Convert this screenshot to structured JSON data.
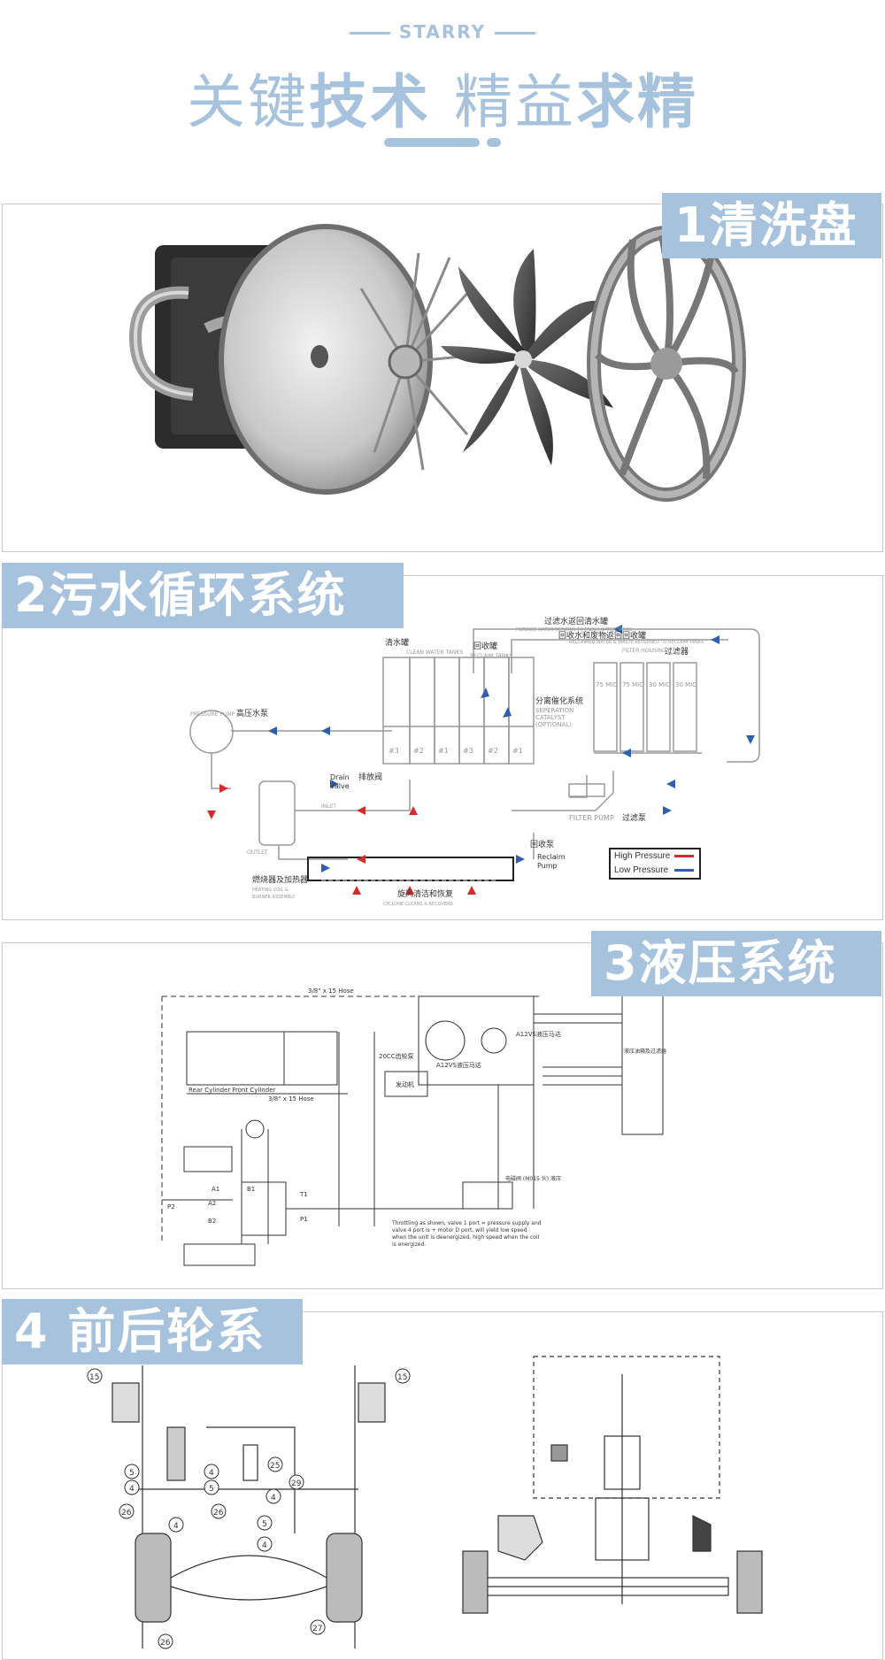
{
  "header": {
    "brand": "STARRY",
    "headline_light_1": "关键",
    "headline_bold_1": "技术",
    "headline_light_2": "精益",
    "headline_bold_2": "求精"
  },
  "sections": {
    "s1": {
      "label": "1清洗盘"
    },
    "s2": {
      "label": "2污水循环系统",
      "texts": {
        "clean_tank_cn": "清水罐",
        "clean_tank_en": "CLEAN WATER TANKS",
        "reclaim_tank_cn": "回收罐",
        "reclaim_tank_en": "RECLAIM TANKS",
        "filtered_return_cn": "过滤水返回清水罐",
        "filtered_return_en": "FILTERED WATER RETURNS TO FRESH WATER TANKS",
        "reclaim_return_cn": "回收水和废物返回回收罐",
        "reclaim_return_en": "RECLAIMED WATER & WASTE RETURNED TO RECLAIM TANKS",
        "filter_housing_en": "FILTER HOUSING",
        "filter_housing_cn": "过滤器",
        "separation_cn": "分离催化系统",
        "separation_en_1": "SEPERATION",
        "separation_en_2": "CATALYST",
        "separation_en_3": "(OPTIONAL)",
        "pressure_pump_en": "PRESSURE PUMP",
        "pressure_pump_cn": "高压水泵",
        "drain_valve_cn": "排放阀",
        "drain_valve_en_1": "Drain",
        "drain_valve_en_2": "Valve",
        "inlet": "INLET",
        "outlet": "OUTLET",
        "filter_pump_en": "FILTER PUMP",
        "filter_pump_cn": "过滤泵",
        "reclaim_pump_cn": "回收泵",
        "reclaim_pump_en_1": "Reclaim",
        "reclaim_pump_en_2": "Pump",
        "burner_cn": "燃烧器及加热器",
        "burner_en_1": "HEATING COIL &",
        "burner_en_2": "BURNER ASSEMBLY",
        "cyclone_cn": "旋风清洁和恢复",
        "cyclone_en": "CYCLONE CLEANS & RECOVERS",
        "tank_3": "#3",
        "tank_2": "#2",
        "tank_1": "#1",
        "filter_1": "75 MIC",
        "filter_2": "75 MIC",
        "filter_3": "30 MIC",
        "filter_4": "30 MIC"
      },
      "legend": {
        "high": "High Pressure",
        "low": "Low Pressure",
        "high_color": "#d62b2b",
        "low_color": "#2f5fae"
      }
    },
    "s3": {
      "label": "3液压系统",
      "texts": {
        "hose_top": "3/8\" x 15 Hose",
        "hose_mid": "3/8\" x 15 Hose",
        "cylinder_label": "Rear Cylinder   Front Cylinder",
        "oil_tank": "液压油箱及过滤器",
        "motor_label": "A12VS液压马达",
        "motor_label_2": "A12VS液压马达",
        "pump_label": "20CC齿轮泵",
        "engine": "发动机",
        "note_1": "Throttling as shown, valve 1 port = pressure supply and",
        "note_2": "valve 4 port is + motor D port, will yield low speed",
        "note_3": "when the unit is deenergized, high speed when the coil",
        "note_4": "is energized.",
        "valve_label": "电磁阀 (M015 头) 液压",
        "p1": "P1",
        "p2": "P2",
        "t1": "T1",
        "a1": "A1",
        "b1": "B1",
        "a2": "A2",
        "b2": "B2"
      }
    },
    "s4": {
      "label": "4 前后轮系",
      "callouts": [
        "15",
        "15",
        "25",
        "29",
        "5",
        "4",
        "4",
        "5",
        "4",
        "26",
        "26",
        "4",
        "5",
        "4",
        "27",
        "26"
      ]
    }
  }
}
